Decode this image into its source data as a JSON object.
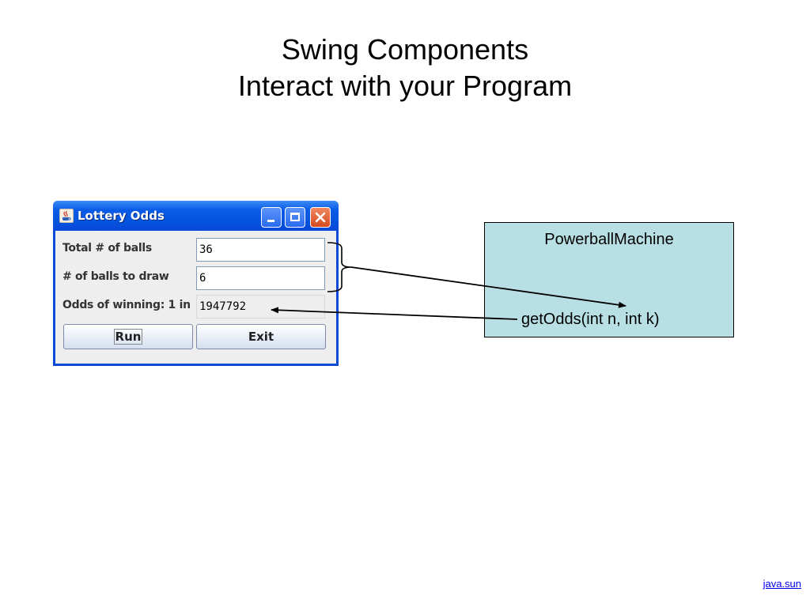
{
  "slide": {
    "title_line1": "Swing Components",
    "title_line2": "Interact with your Program"
  },
  "window": {
    "title": "Lottery Odds",
    "title_icon": "java-cup-icon",
    "fields": [
      {
        "label": "Total # of balls",
        "value": "36"
      },
      {
        "label": "# of balls to draw",
        "value": "6"
      },
      {
        "label": "Odds of winning: 1 in",
        "value": "1947792"
      }
    ],
    "buttons": {
      "run": "Run",
      "exit": "Exit"
    }
  },
  "class_box": {
    "name": "PowerballMachine",
    "method": "getOdds(int n, int k)",
    "fill": "#b8e0e4"
  },
  "footer": {
    "link": "java.sun"
  }
}
